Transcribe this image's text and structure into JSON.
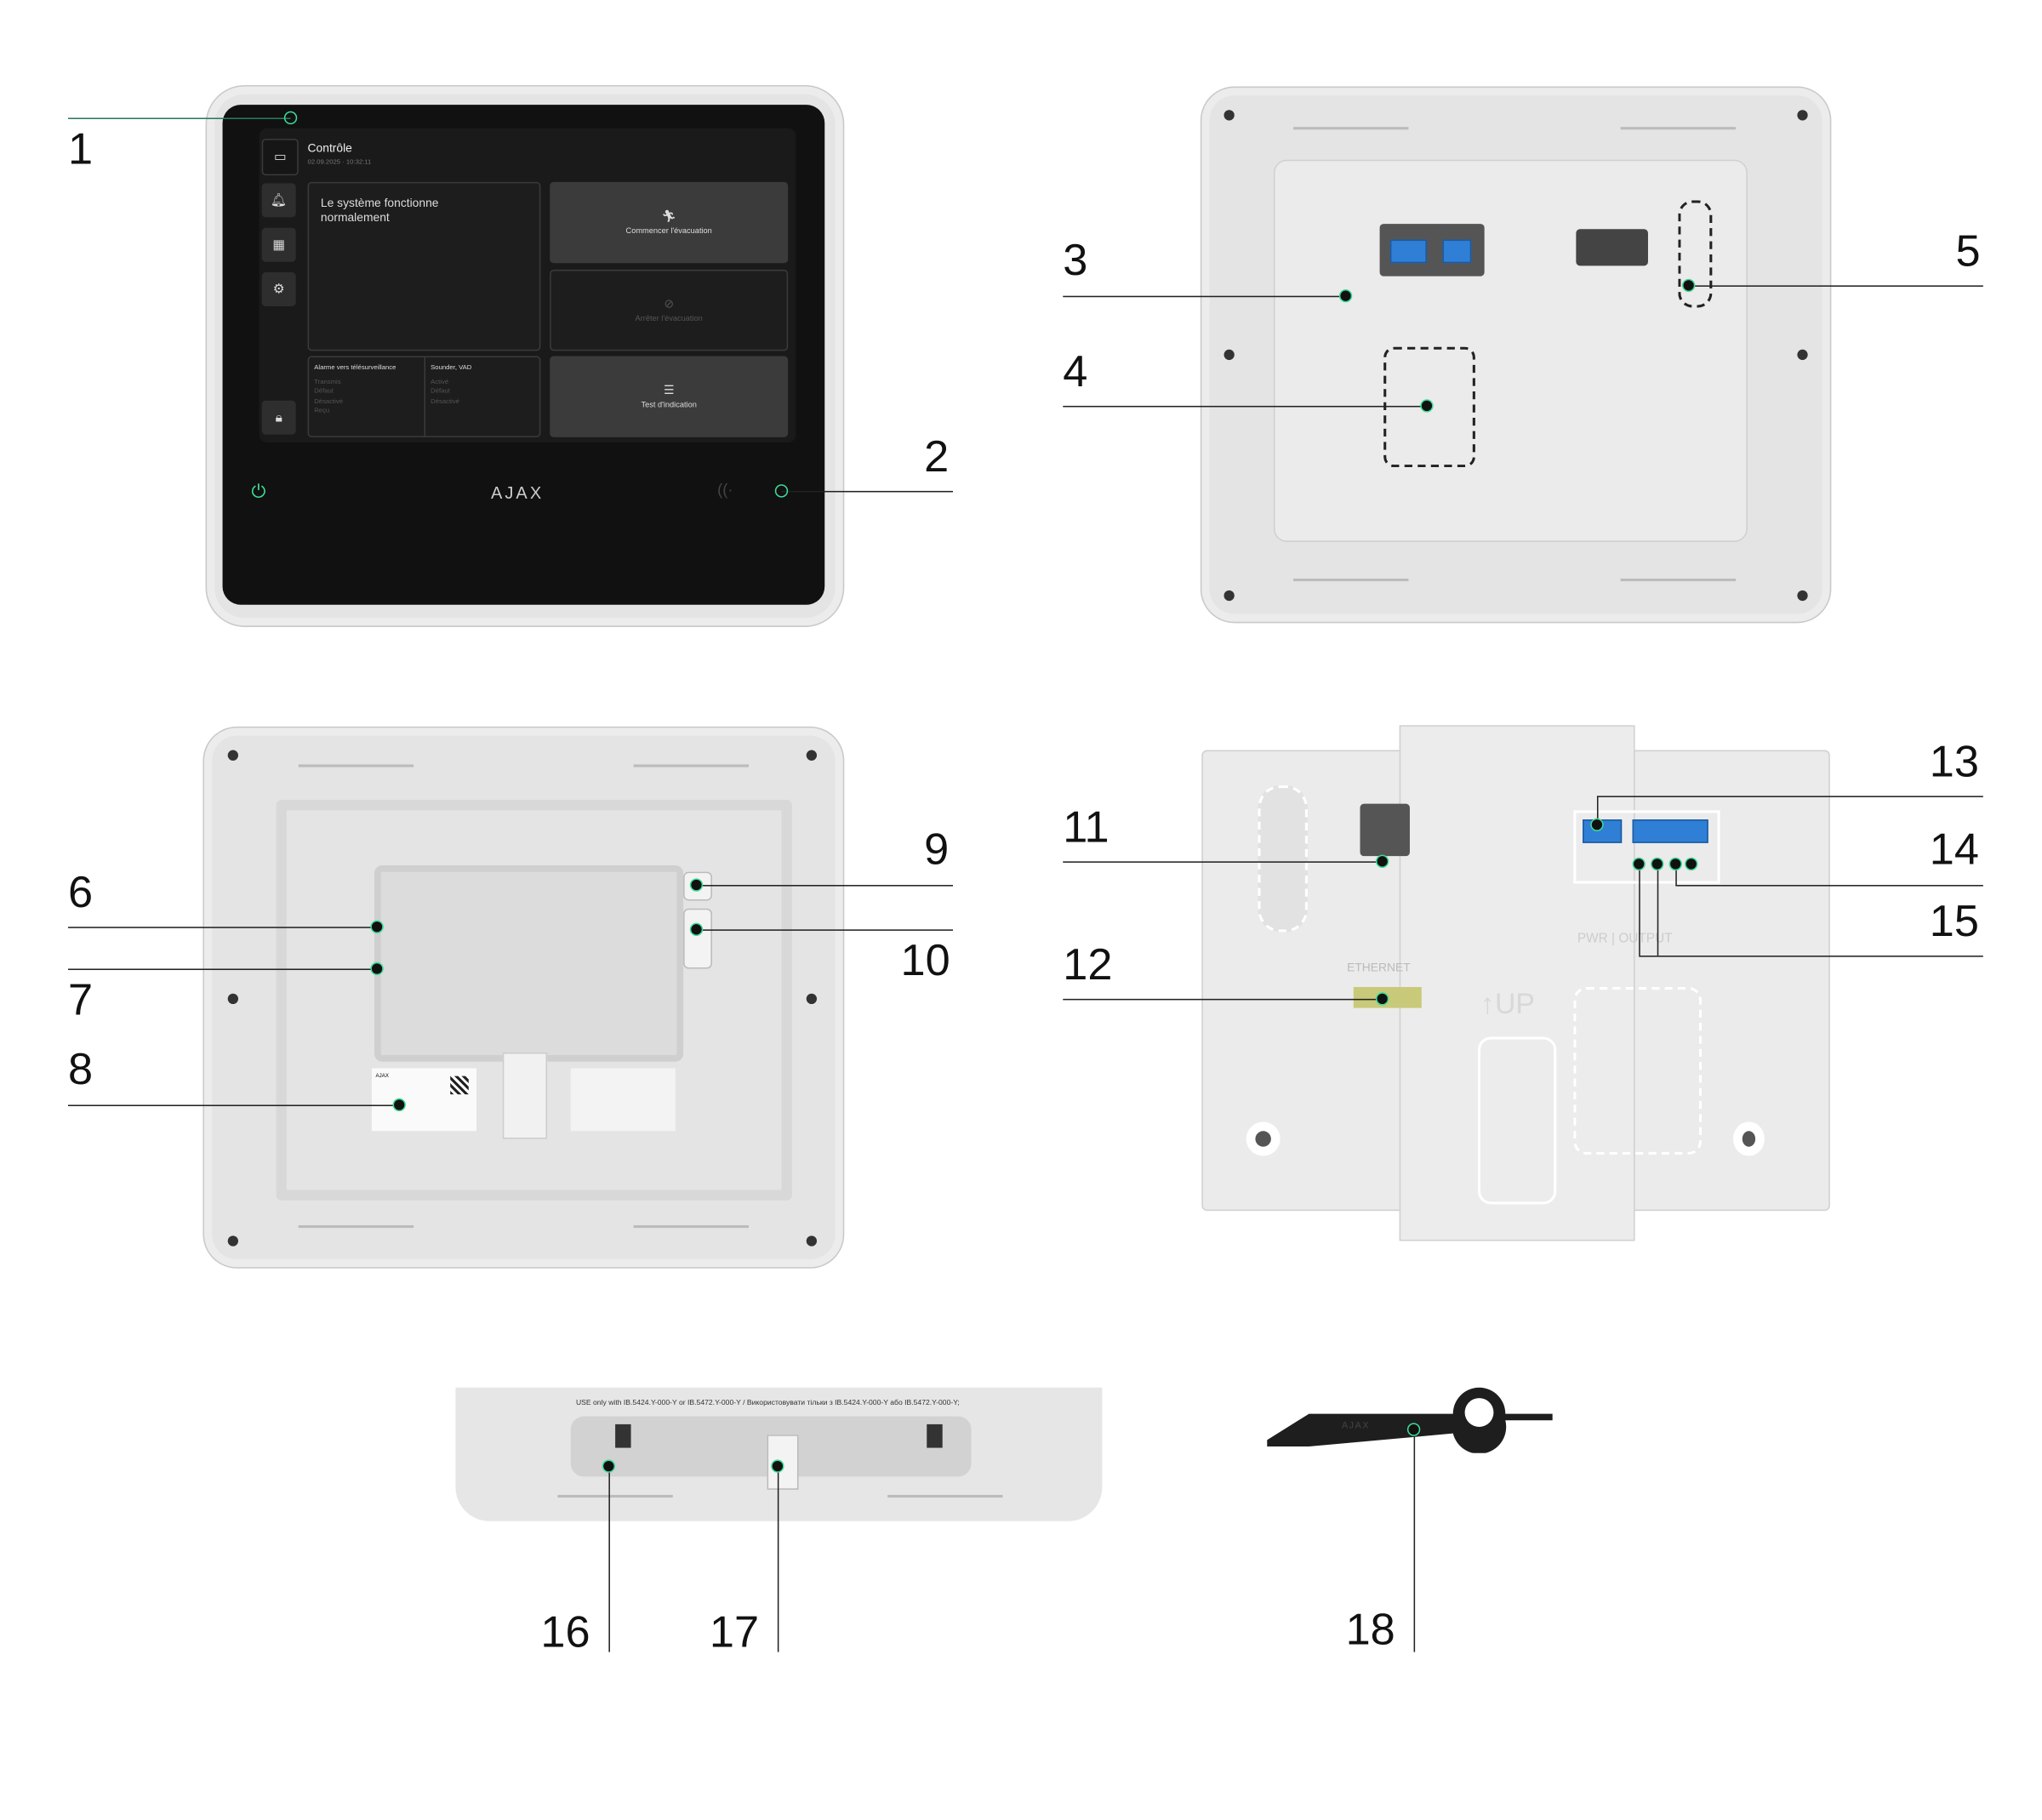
{
  "screen": {
    "title": "Contrôle",
    "datetime": "02.09.2025 · 10:32:11",
    "status_message": "Le système fonctionne normalement",
    "buttons": {
      "start_evacuation": "Commencer l'évacuation",
      "stop_evacuation": "Arrêter l'évacuation",
      "indication_test": "Test d'indication"
    },
    "monitoring": {
      "header": "Alarme vers télésurveillance",
      "items": [
        "Transmis",
        "Défaut",
        "Désactivé",
        "Reçu"
      ]
    },
    "sounder": {
      "header": "Sounder, VAD",
      "items": [
        "Activé",
        "Défaut",
        "Désactivé"
      ]
    },
    "brand": "AJAX"
  },
  "plate_labels": {
    "ethernet": "ETHERNET",
    "up": "↑UP",
    "pwr_output": "PWR | OUTPUT"
  },
  "bottom_label": "USE only with IB.5424.Y-000-Y or IB.5472.Y-000-Y / Використовувати тільки з IB.5424.Y-000-Y або IB.5472.Y-000-Y;",
  "sticker_brand": "AJAX",
  "tool_brand": "AJAX",
  "callouts": [
    "1",
    "2",
    "3",
    "4",
    "5",
    "6",
    "7",
    "8",
    "9",
    "10",
    "11",
    "12",
    "13",
    "14",
    "15",
    "16",
    "17",
    "18"
  ],
  "accent_color": "#3ddc97"
}
